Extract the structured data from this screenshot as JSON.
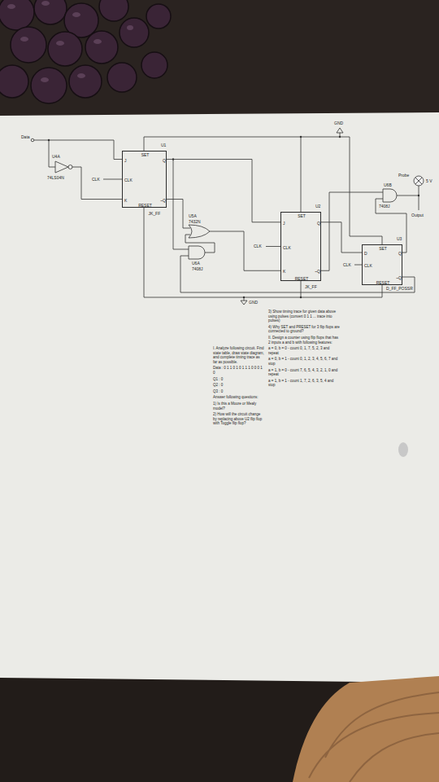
{
  "diagram": {
    "nodes": [
      {
        "text": [
          "U1",
          "SET",
          "J",
          "CLK",
          "K",
          "RESET",
          "Q",
          "~Q",
          "JK_FF"
        ]
      },
      {
        "text": [
          "U2",
          "SET",
          "J",
          "CLK",
          "K",
          "RESET",
          "Q",
          "~Q",
          "JK_FF"
        ]
      },
      {
        "text": [
          "U3",
          "SET",
          "D",
          "CLK",
          "RESET",
          "Q",
          "~Q",
          "D_FF_POSSR"
        ]
      }
    ],
    "edges": [
      {
        "from": 0,
        "to": 1,
        "arrow": "none"
      },
      {
        "from": 1,
        "to": 2,
        "arrow": "none"
      }
    ],
    "labels": [
      "Data",
      "U4A",
      "74LS04N",
      "CLK",
      "U5A",
      "7432N",
      "U6A",
      "7408J",
      "GND",
      "CLK",
      "7408J",
      "U6B",
      "Probe",
      "5 V",
      "Output",
      "CLK",
      "GND",
      "I. Analyze following circuit. Find state table, draw state diagram, and complete timing trace as far as possible.",
      "Data : 0 1 1 0 1 0 1 1 1 0 0 0 1 0",
      "Q1 : 0",
      "Q2 : 0",
      "Q3 : 0",
      "Answer following questions:",
      "1) Is this a Moore or Mealy model?",
      "2) How will the circuit change by replacing above U2 flip flop with Toggle flip flop?",
      "3) Show timing trace for given data above using pulses (convert 0 1 1 ... trace into pulses)",
      "4) Why SET and PRESET for 3 flip flops are connected to ground?",
      "II. Design a counter using flip flops that has 2 inputs a and b with following features:",
      "a = 0, b = 0 - count 0, 1, 7, 5, 2, 3 and repeat",
      "a = 0, b = 1 - count 0, 1, 2, 3, 4, 5, 6, 7 and stop",
      "a = 1, b = 0 - count 7, 6, 5, 4, 3, 2, 1, 0 and repeat",
      "a = 1, b = 1 - count 1, 7, 2, 6, 3, 5, 4 and stop"
    ]
  }
}
